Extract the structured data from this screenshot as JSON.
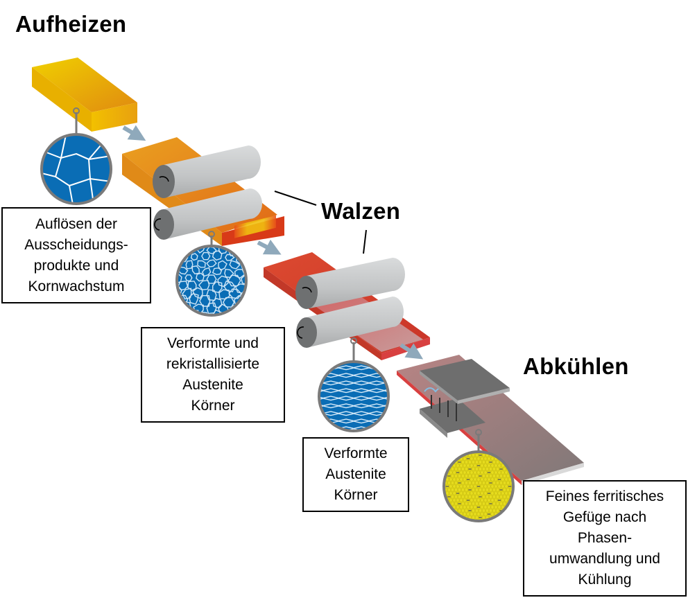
{
  "stages": {
    "heating": "Aufheizen",
    "rolling": "Walzen",
    "cooling": "Abkühlen"
  },
  "labels": {
    "heating_micro": [
      "Auflösen der",
      "Ausscheidungs-",
      "produkte und",
      "Kornwachstum"
    ],
    "rolling1_micro": [
      "Verformte und",
      "rekristallisierte",
      "Austenite",
      "Körner"
    ],
    "rolling2_micro": [
      "Verformte",
      "Austenite",
      "Körner"
    ],
    "cooling_micro": [
      "Feines ferritisches",
      "Gefüge nach",
      "Phasen-",
      "umwandlung und",
      "Kühlung"
    ]
  },
  "colors": {
    "grain_blue": "#0a6db5",
    "ferrite_yellow": "#e6dc1e",
    "arrow": "#8fa9bb",
    "roller": "#c8cacb",
    "magnifier_ring": "#7a7a7a"
  }
}
